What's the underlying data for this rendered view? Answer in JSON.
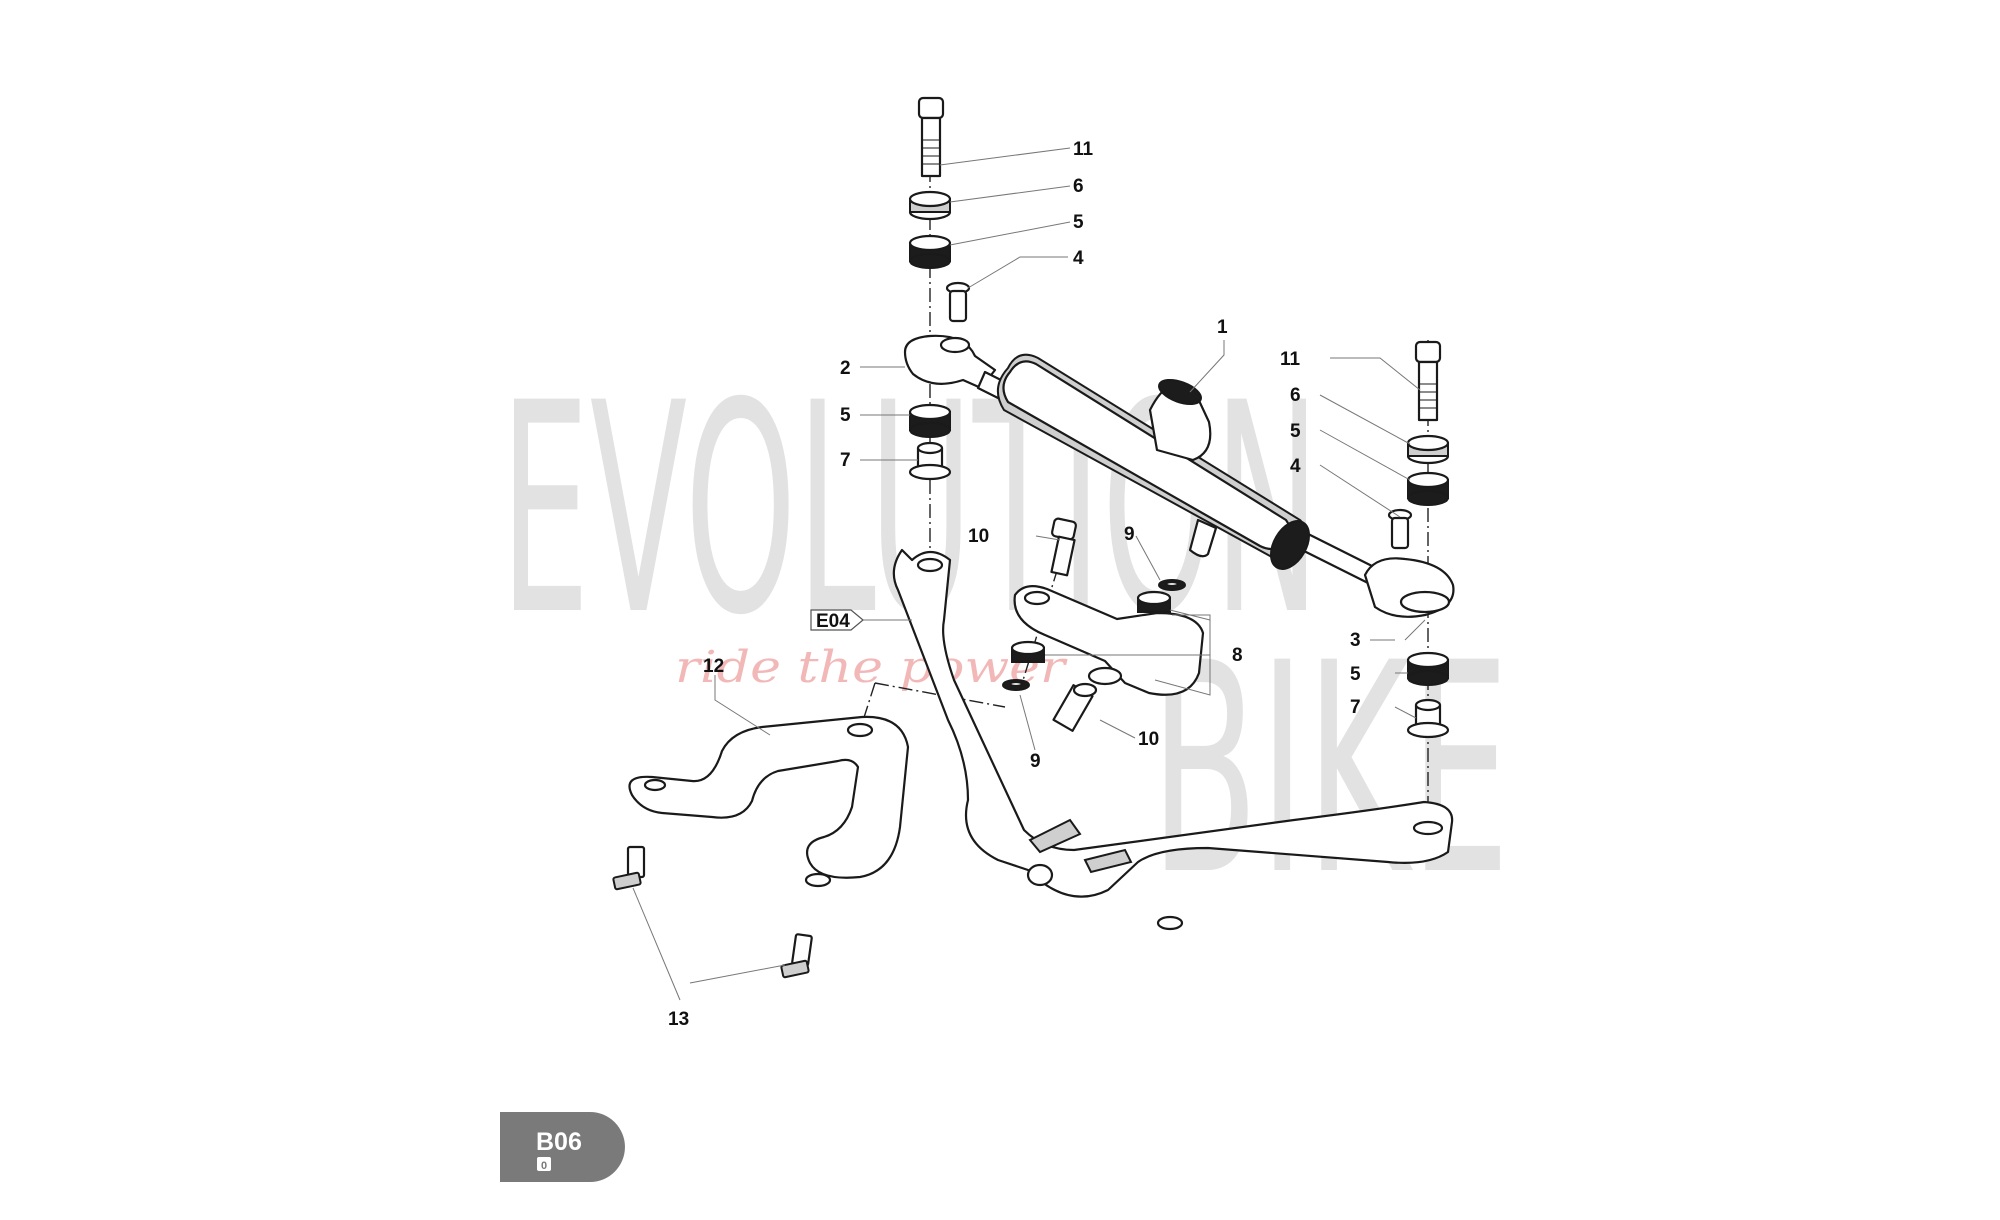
{
  "watermark": {
    "word1": "EVOLUTION",
    "word2": "BIKE",
    "tagline": "ride the power"
  },
  "reference_tag": "E04",
  "page_code": {
    "code": "B06",
    "sub": "0"
  },
  "callouts": {
    "c1": "1",
    "c2": "2",
    "c3": "3",
    "c4_left": "4",
    "c4_right": "4",
    "c5_top_left": "5",
    "c5_mid_left": "5",
    "c5_top_right": "5",
    "c5_bottom_right": "5",
    "c6_left": "6",
    "c6_right": "6",
    "c7_left": "7",
    "c7_right": "7",
    "c8": "8",
    "c9_upper": "9",
    "c9_lower": "9",
    "c10_upper": "10",
    "c10_lower": "10",
    "c11_left": "11",
    "c11_right": "11",
    "c12": "12",
    "c13": "13"
  }
}
